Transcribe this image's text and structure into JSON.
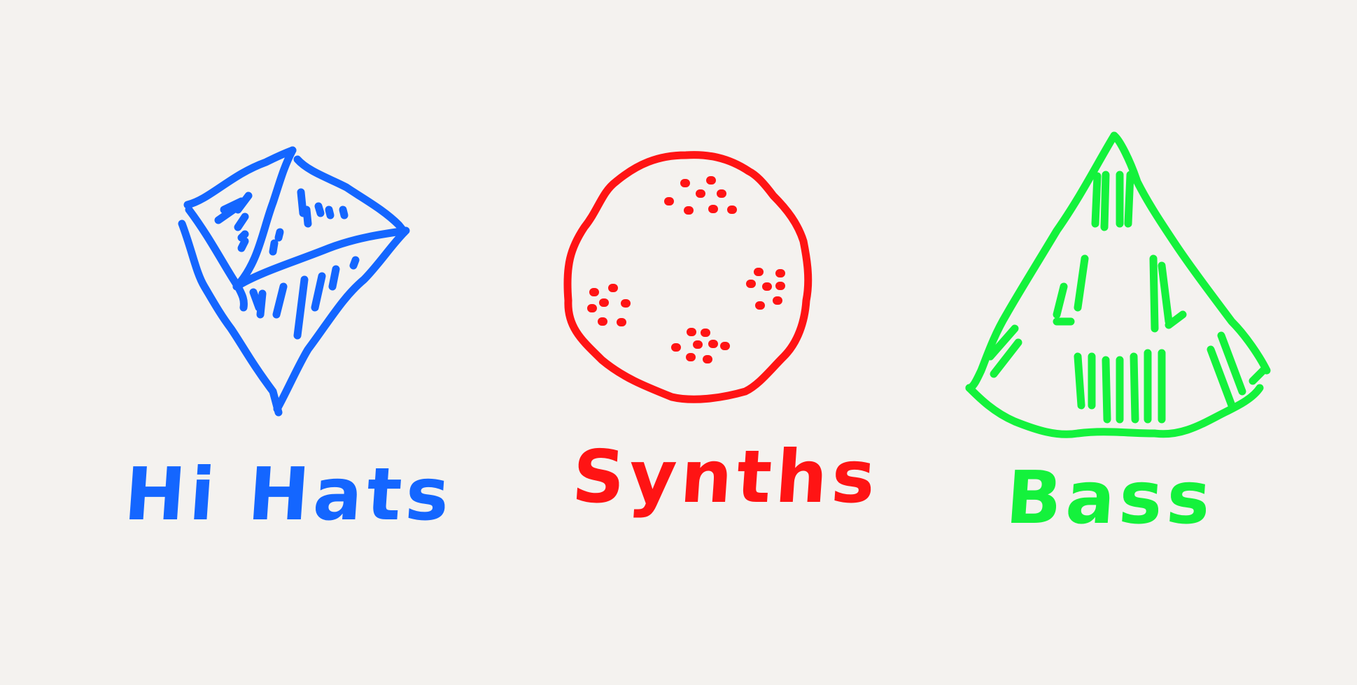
{
  "groups": [
    {
      "label": "Hi Hats",
      "shape": "diamond-icon",
      "color": "#1466ff"
    },
    {
      "label": "Synths",
      "shape": "circle-icon",
      "color": "#ff1414"
    },
    {
      "label": "Bass",
      "shape": "cone-icon",
      "color": "#14f23c"
    }
  ]
}
